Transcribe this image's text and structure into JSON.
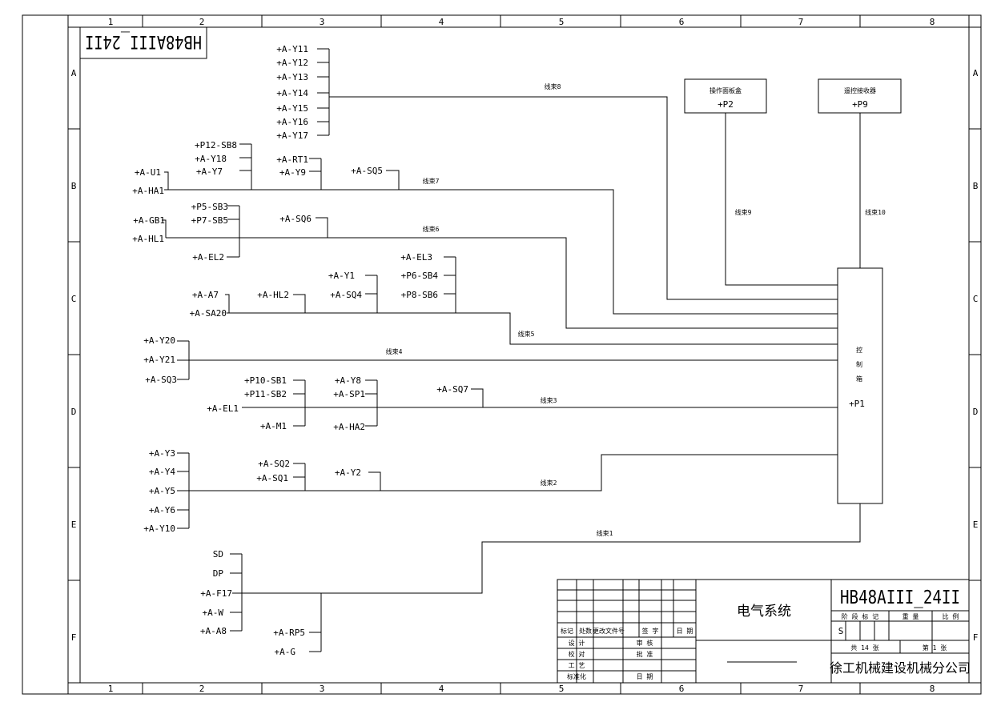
{
  "title_block": {
    "drawing_no_top": "HB48AIII_24II",
    "drawing_no": "HB48AIII_24II",
    "drawing_name": "电气系统",
    "company": "徐工机械建设机械分公司",
    "stage_header": "阶 段 标 记",
    "weight_header": "重 量",
    "scale_header": "比 例",
    "stage_mark": "S",
    "total_sheets": "共 14 张",
    "sheet_no": "第 1 张",
    "revision_headers": [
      "标记",
      "处数",
      "更改文件号",
      "签 字",
      "日 期"
    ],
    "signoff_rows": [
      "设 计",
      "校 对",
      "工 艺",
      "标准化"
    ],
    "signoff_right": [
      "审 核",
      "批 准",
      "日 期"
    ]
  },
  "grid": {
    "columns": [
      "1",
      "2",
      "3",
      "4",
      "5",
      "6",
      "7",
      "8"
    ],
    "rows": [
      "A",
      "B",
      "C",
      "D",
      "E",
      "F"
    ]
  },
  "boxes": {
    "p2": {
      "caption": "操作面板盒",
      "label": "+P2"
    },
    "p9": {
      "caption": "遥控接收器",
      "label": "+P9"
    },
    "p1": {
      "caption": [
        "控",
        "制",
        "箱"
      ],
      "label": "+P1"
    }
  },
  "cables": [
    "线束8",
    "线束7",
    "线束6",
    "线束5",
    "线束4",
    "线束3",
    "线束2",
    "线束1",
    "线束9",
    "线束10"
  ],
  "groups": {
    "y11_17": [
      "+A-Y11",
      "+A-Y12",
      "+A-Y13",
      "+A-Y14",
      "+A-Y15",
      "+A-Y16",
      "+A-Y17"
    ],
    "p12": [
      "+P12-SB8",
      "+A-Y18",
      "+A-Y7"
    ],
    "rt1": [
      "+A-RT1",
      "+A-Y9"
    ],
    "sq5": [
      "+A-SQ5"
    ],
    "u1": [
      "+A-U1",
      "+A-HA1"
    ],
    "gb1": [
      "+A-GB1",
      "+A-HL1"
    ],
    "p5": [
      "+P5-SB3",
      "+P7-SB5",
      "+A-EL2"
    ],
    "sq6": [
      "+A-SQ6"
    ],
    "y1": [
      "+A-Y1",
      "+A-SQ4"
    ],
    "el3": [
      "+A-EL3",
      "+P6-SB4",
      "+P8-SB6"
    ],
    "a7": [
      "+A-A7",
      "+A-SA20"
    ],
    "hl2": [
      "+A-HL2"
    ],
    "y20": [
      "+A-Y20",
      "+A-Y21",
      "+A-SQ3"
    ],
    "p10": [
      "+P10-SB1",
      "+P11-SB2",
      "+A-M1"
    ],
    "el1": [
      "+A-EL1"
    ],
    "y8": [
      "+A-Y8",
      "+A-SP1",
      "+A-HA2"
    ],
    "sq7": [
      "+A-SQ7"
    ],
    "y3": [
      "+A-Y3",
      "+A-Y4",
      "+A-Y5",
      "+A-Y6",
      "+A-Y10"
    ],
    "sq2": [
      "+A-SQ2",
      "+A-SQ1"
    ],
    "y2": [
      "+A-Y2"
    ],
    "sd": [
      "SD",
      "DP",
      "+A-F17",
      "+A-W",
      "+A-A8"
    ],
    "rp5": [
      "+A-RP5",
      "+A-G"
    ]
  }
}
